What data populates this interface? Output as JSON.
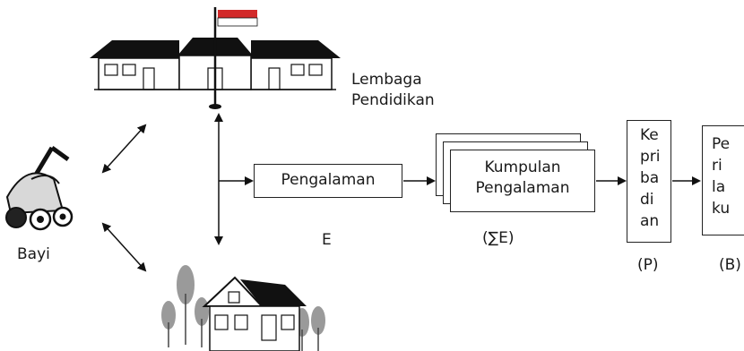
{
  "labels": {
    "institution": [
      "Lembaga",
      "Pendidikan"
    ],
    "baby": "Bayi",
    "experience": "Pengalaman",
    "experience_symbol": "E",
    "collection": [
      "Kumpulan",
      "Pengalaman"
    ],
    "collection_symbol": "(∑E)",
    "personality_syllables": [
      "Ke",
      "pri",
      "ba",
      "di",
      "an"
    ],
    "personality_symbol": "(P)",
    "behavior_syllables": [
      "Pe",
      "ri",
      "la",
      "ku"
    ],
    "behavior_symbol": "(B)"
  },
  "colors": {
    "line": "#111111",
    "roof": "#111111",
    "tree": "#9a9a9a",
    "flag_red": "#d22a2a"
  }
}
